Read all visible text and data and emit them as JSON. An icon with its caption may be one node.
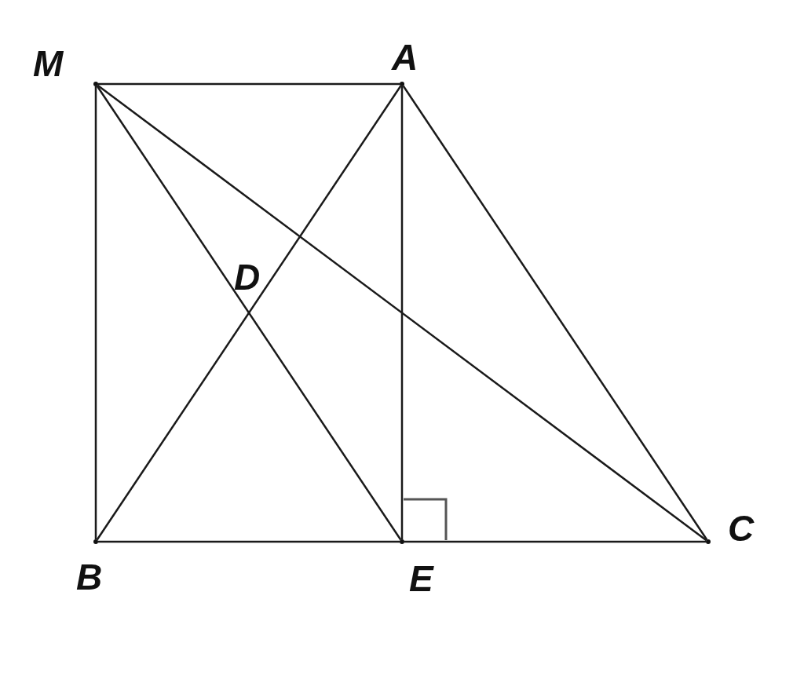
{
  "diagram": {
    "nodes": [
      {
        "text": [],
        "shape": "circle",
        "beside": [
          "M"
        ]
      },
      {
        "text": [],
        "shape": "circle",
        "beside": [
          "A"
        ]
      },
      {
        "text": [],
        "shape": "circle",
        "beside": [
          "B"
        ]
      },
      {
        "text": [],
        "shape": "circle",
        "beside": [
          "E"
        ]
      },
      {
        "text": [],
        "shape": "circle",
        "beside": [
          "C"
        ]
      }
    ],
    "edges": [
      {
        "from": 0,
        "to": 1,
        "arrow": "none"
      },
      {
        "from": 0,
        "to": 2,
        "arrow": "none"
      },
      {
        "from": 0,
        "to": 3,
        "arrow": "none"
      },
      {
        "from": 0,
        "to": 4,
        "arrow": "none"
      },
      {
        "from": 1,
        "to": 2,
        "arrow": "none"
      },
      {
        "from": 1,
        "to": 3,
        "arrow": "none"
      },
      {
        "from": 1,
        "to": 4,
        "arrow": "none"
      },
      {
        "from": 2,
        "to": 3,
        "arrow": "none"
      },
      {
        "from": 3,
        "to": 4,
        "arrow": "none"
      }
    ],
    "labels": [
      "D"
    ]
  }
}
